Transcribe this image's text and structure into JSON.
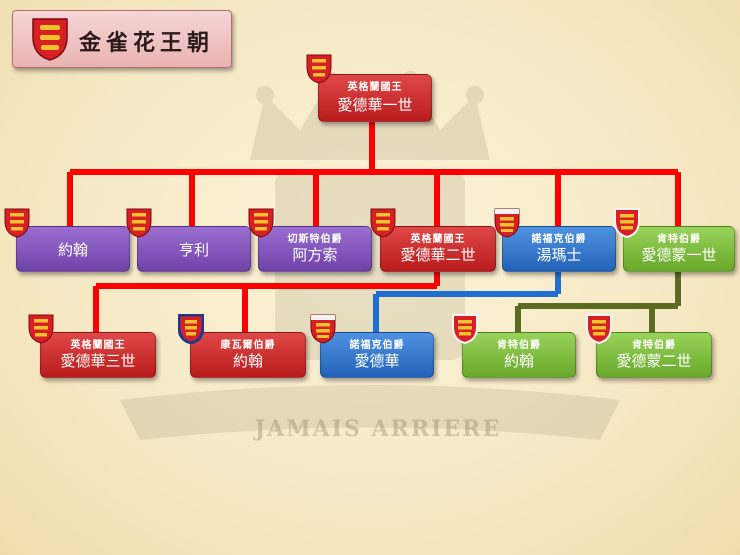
{
  "title": "金雀花王朝",
  "watermark_motto": "JAMAIS ARRIERE",
  "colors": {
    "line_red": "#ff0000",
    "line_blue": "#1f6fd0",
    "line_olive": "#5b6b20",
    "box_red": "#c62828",
    "box_purple": "#7e51b8",
    "box_blue": "#2f74c8",
    "box_green": "#78b83a"
  },
  "nodes": {
    "edward1": {
      "title": "英格蘭國王",
      "name": "愛德華一世"
    },
    "john_a": {
      "title": "",
      "name": "約翰"
    },
    "henry": {
      "title": "",
      "name": "亨利"
    },
    "alfonso": {
      "title": "切斯特伯爵",
      "name": "阿方索"
    },
    "edward2": {
      "title": "英格蘭國王",
      "name": "愛德華二世"
    },
    "thomas": {
      "title": "諾福克伯爵",
      "name": "湯瑪士"
    },
    "edmund1": {
      "title": "肯特伯爵",
      "name": "愛德蒙一世"
    },
    "edward3": {
      "title": "英格蘭國王",
      "name": "愛德華三世"
    },
    "john_c": {
      "title": "康瓦爾伯爵",
      "name": "約翰"
    },
    "edward_n": {
      "title": "諾福克伯爵",
      "name": "愛德華"
    },
    "john_k": {
      "title": "肯特伯爵",
      "name": "約翰"
    },
    "edmund2": {
      "title": "肯特伯爵",
      "name": "愛德蒙二世"
    }
  }
}
